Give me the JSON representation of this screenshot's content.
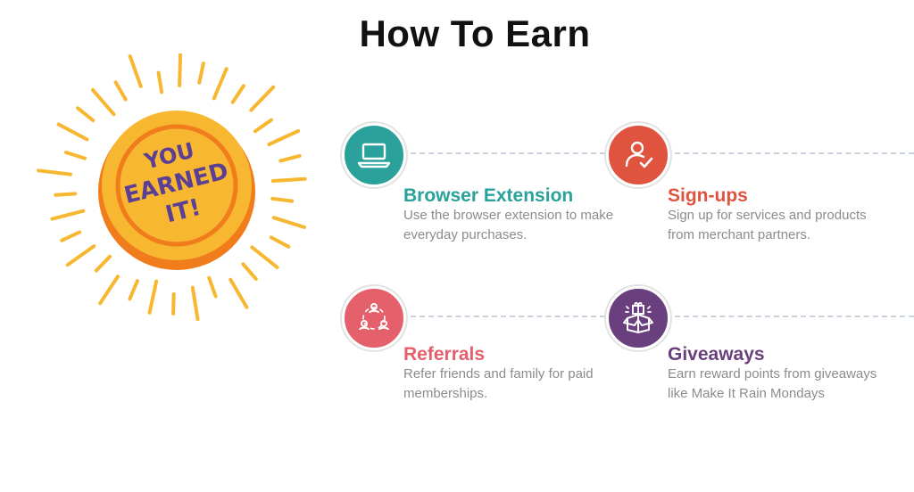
{
  "page": {
    "title": "How To Earn"
  },
  "sun": {
    "badge_text": [
      "YOU",
      "EARNED",
      "IT!"
    ]
  },
  "colors": {
    "teal": "#2aa19b",
    "orange_red": "#e0533f",
    "pink_red": "#e4606b",
    "purple": "#6a3f7d",
    "sun_yellow": "#f7b731",
    "sun_orange": "#f07c1c",
    "sun_text": "#5a3f95",
    "desc_gray": "#8c8c8c",
    "dash": "#c9d1da"
  },
  "cards": [
    {
      "icon": "laptop-icon",
      "title": "Browser Extension",
      "desc": "Use the browser extension to make everyday purchases."
    },
    {
      "icon": "user-check-icon",
      "title": "Sign-ups",
      "desc": "Sign up for services and products from merchant partners."
    },
    {
      "icon": "referral-cycle-icon",
      "title": "Referrals",
      "desc": "Refer friends and family for paid memberships."
    },
    {
      "icon": "gift-box-icon",
      "title": "Giveaways",
      "desc": "Earn reward points from giveaways like Make It Rain Mondays"
    }
  ]
}
